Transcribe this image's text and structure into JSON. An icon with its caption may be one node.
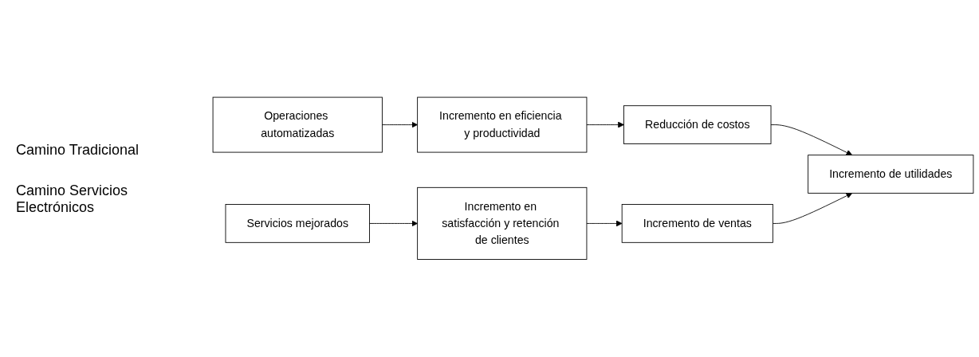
{
  "diagram": {
    "nodes": [
      {
        "text": [
          "Operaciones automatizadas"
        ]
      },
      {
        "text": [
          "Incremento en eficiencia y productividad"
        ]
      },
      {
        "text": [
          "Reducción de costos"
        ]
      },
      {
        "text": [
          "Incremento de utilidades"
        ]
      },
      {
        "text": [
          "Servicios mejorados"
        ]
      },
      {
        "text": [
          "Incremento en satisfacción y retención de clientes"
        ]
      },
      {
        "text": [
          "Incremento de ventas"
        ]
      }
    ],
    "edges": [
      {
        "from": 0,
        "to": 1,
        "arrow": "to"
      },
      {
        "from": 1,
        "to": 2,
        "arrow": "to"
      },
      {
        "from": 2,
        "to": 3,
        "arrow": "to"
      },
      {
        "from": 4,
        "to": 5,
        "arrow": "to"
      },
      {
        "from": 5,
        "to": 6,
        "arrow": "to"
      },
      {
        "from": 6,
        "to": 3,
        "arrow": "to"
      }
    ],
    "labels": [
      "Camino Tradicional",
      "Camino Servicios Electrónicos"
    ]
  }
}
